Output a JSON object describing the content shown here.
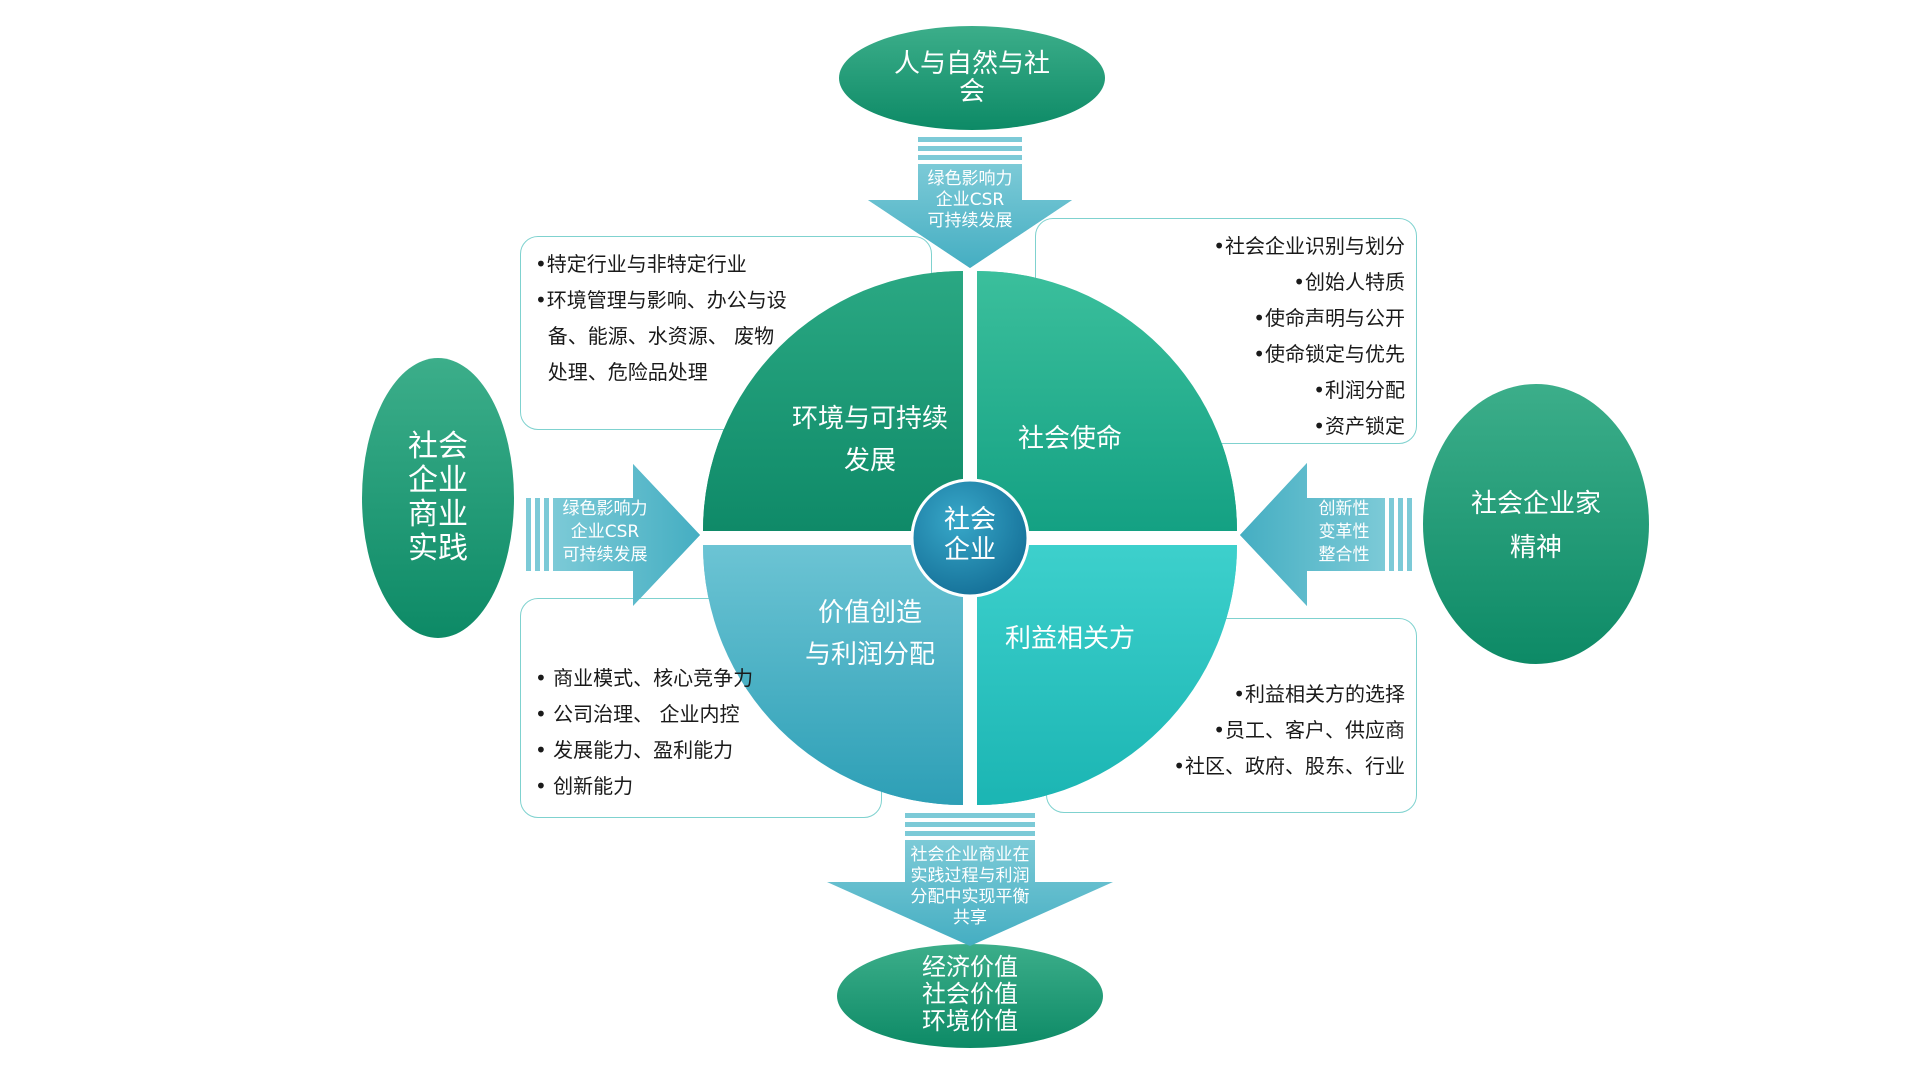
{
  "colors": {
    "dark_green": "#138c6c",
    "mid_green": "#1a9f7b",
    "teal": "#2fbfb3",
    "light_teal": "#39c6c9",
    "arrow_blue": "#5ab8c8",
    "box_border": "#7fd2cf",
    "center": "#1e84ab"
  },
  "center": {
    "label": "社会\n企业"
  },
  "quadrants": {
    "top_left": "环境与可持续\n发展",
    "top_right": "社会使命",
    "bottom_left": "价值创造\n与利润分配",
    "bottom_right": "利益相关方"
  },
  "ovals": {
    "top": "人与自然与社\n会",
    "left": "社会\n企业\n商业\n实践",
    "right": "社会企业家\n精神",
    "bottom": "经济价值\n社会价值\n环境价值"
  },
  "arrows": {
    "top": "绿色影响力\n企业CSR\n可持续发展",
    "left": "绿色影响力\n企业CSR\n可持续发展",
    "right": "创新性\n变革性\n整合性",
    "bottom": "社会企业商业在\n实践过程与利润\n分配中实现平衡\n共享"
  },
  "boxes": {
    "top_left": [
      "•特定行业与非特定行业",
      "•环境管理与影响、办公与设",
      "  备、能源、水资源、 废物",
      "  处理、危险品处理"
    ],
    "top_right": [
      "•社会企业识别与划分",
      "•创始人特质",
      "•使命声明与公开",
      "•使命锁定与优先",
      "•利润分配",
      "•资产锁定"
    ],
    "bottom_left": [
      "• 商业模式、核心竞争力",
      "• 公司治理、 企业内控",
      "• 发展能力、盈利能力",
      "• 创新能力"
    ],
    "bottom_right": [
      "•利益相关方的选择",
      "•员工、客户、供应商",
      "•社区、政府、股东、行业"
    ]
  }
}
